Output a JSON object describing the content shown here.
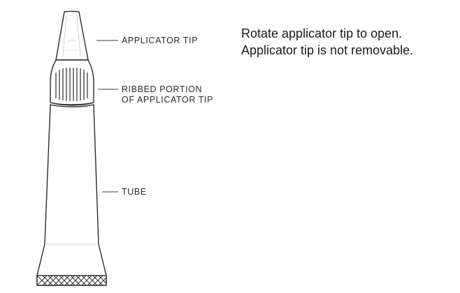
{
  "callouts": {
    "applicator_tip": "APPLICATOR TIP",
    "ribbed_portion_line1": "RIBBED PORTION",
    "ribbed_portion_line2": "OF APPLICATOR TIP",
    "tube": "TUBE"
  },
  "instructions": {
    "line1": "Rotate applicator tip to open.",
    "line2": "Applicator tip is not removable."
  },
  "colors": {
    "outline": "#2b2b2b",
    "text": "#1a1a1a",
    "background": "#ffffff"
  }
}
